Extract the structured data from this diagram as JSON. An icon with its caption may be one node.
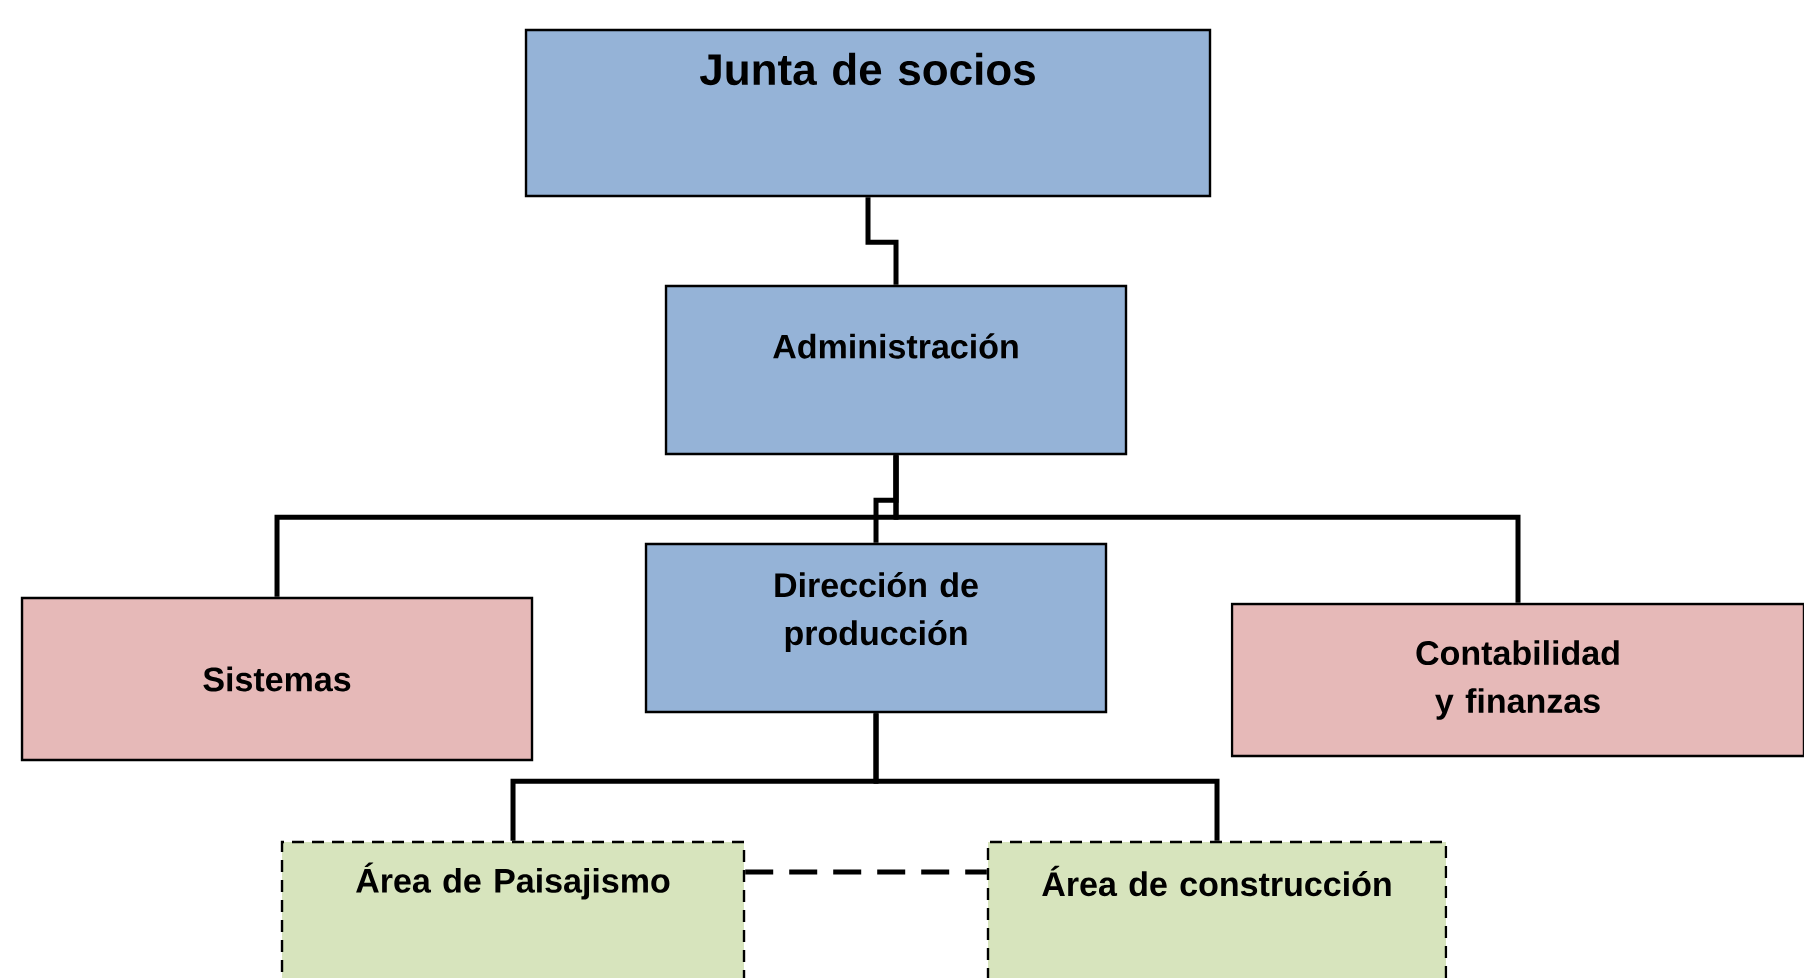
{
  "diagram": {
    "nodes": [
      {
        "text": [
          "Junta de socios"
        ]
      },
      {
        "text": [
          "Administración"
        ]
      },
      {
        "text": [
          "Sistemas"
        ]
      },
      {
        "text": [
          "Dirección de producción"
        ]
      },
      {
        "text": [
          "Contabilidad y finanzas"
        ]
      },
      {
        "text": [
          "Área de Paisajismo"
        ]
      },
      {
        "text": [
          "Área de construcción"
        ]
      }
    ],
    "edges": [
      {
        "from": 0,
        "to": 1,
        "arrow": "none"
      },
      {
        "from": 1,
        "to": 2,
        "arrow": "none"
      },
      {
        "from": 1,
        "to": 3,
        "arrow": "none"
      },
      {
        "from": 1,
        "to": 4,
        "arrow": "none"
      },
      {
        "from": 3,
        "to": 5,
        "arrow": "none"
      },
      {
        "from": 3,
        "to": 6,
        "arrow": "none"
      },
      {
        "from": 5,
        "to": 6,
        "arrow": "none",
        "style": "dashed"
      }
    ]
  }
}
